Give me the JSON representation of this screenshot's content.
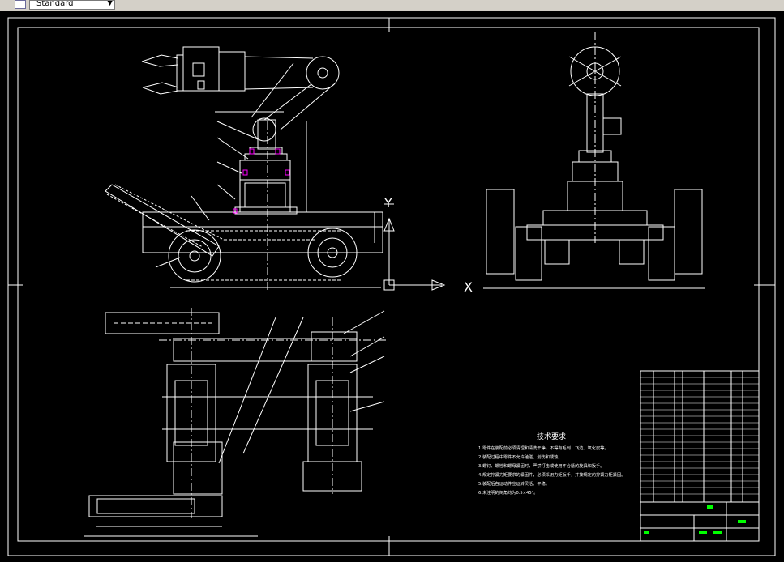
{
  "toolbar": {
    "text_style_value": "Standard",
    "dropdown_icon": "chevron-down-icon",
    "style_icon": "text-style-icon"
  },
  "drawing": {
    "axis_y": "Y",
    "axis_x": "X",
    "tech_title": "技术要求",
    "tech_notes": [
      "1.零件在装配前必须清理和清洗干净，不得有毛刺、飞边、氧化皮等。",
      "2.装配过程中零件不允许磕碰、划伤和锈蚀。",
      "3.螺钉、螺栓和螺母紧固时，严禁打击或使用不合适的旋具和扳手。",
      "4.规定拧紧力矩要求的紧固件，必须采用力矩扳手，并按规定的拧紧力矩紧固。",
      "5.装配后各运动件应运转灵活、平稳。",
      "6.未注明的倒角均为0.5×45°。"
    ]
  },
  "colors": {
    "background": "#000000",
    "lines": "#ffffff",
    "accent_magenta": "#ff00ff",
    "accent_green": "#00ff00",
    "toolbar": "#d4d0c8"
  }
}
